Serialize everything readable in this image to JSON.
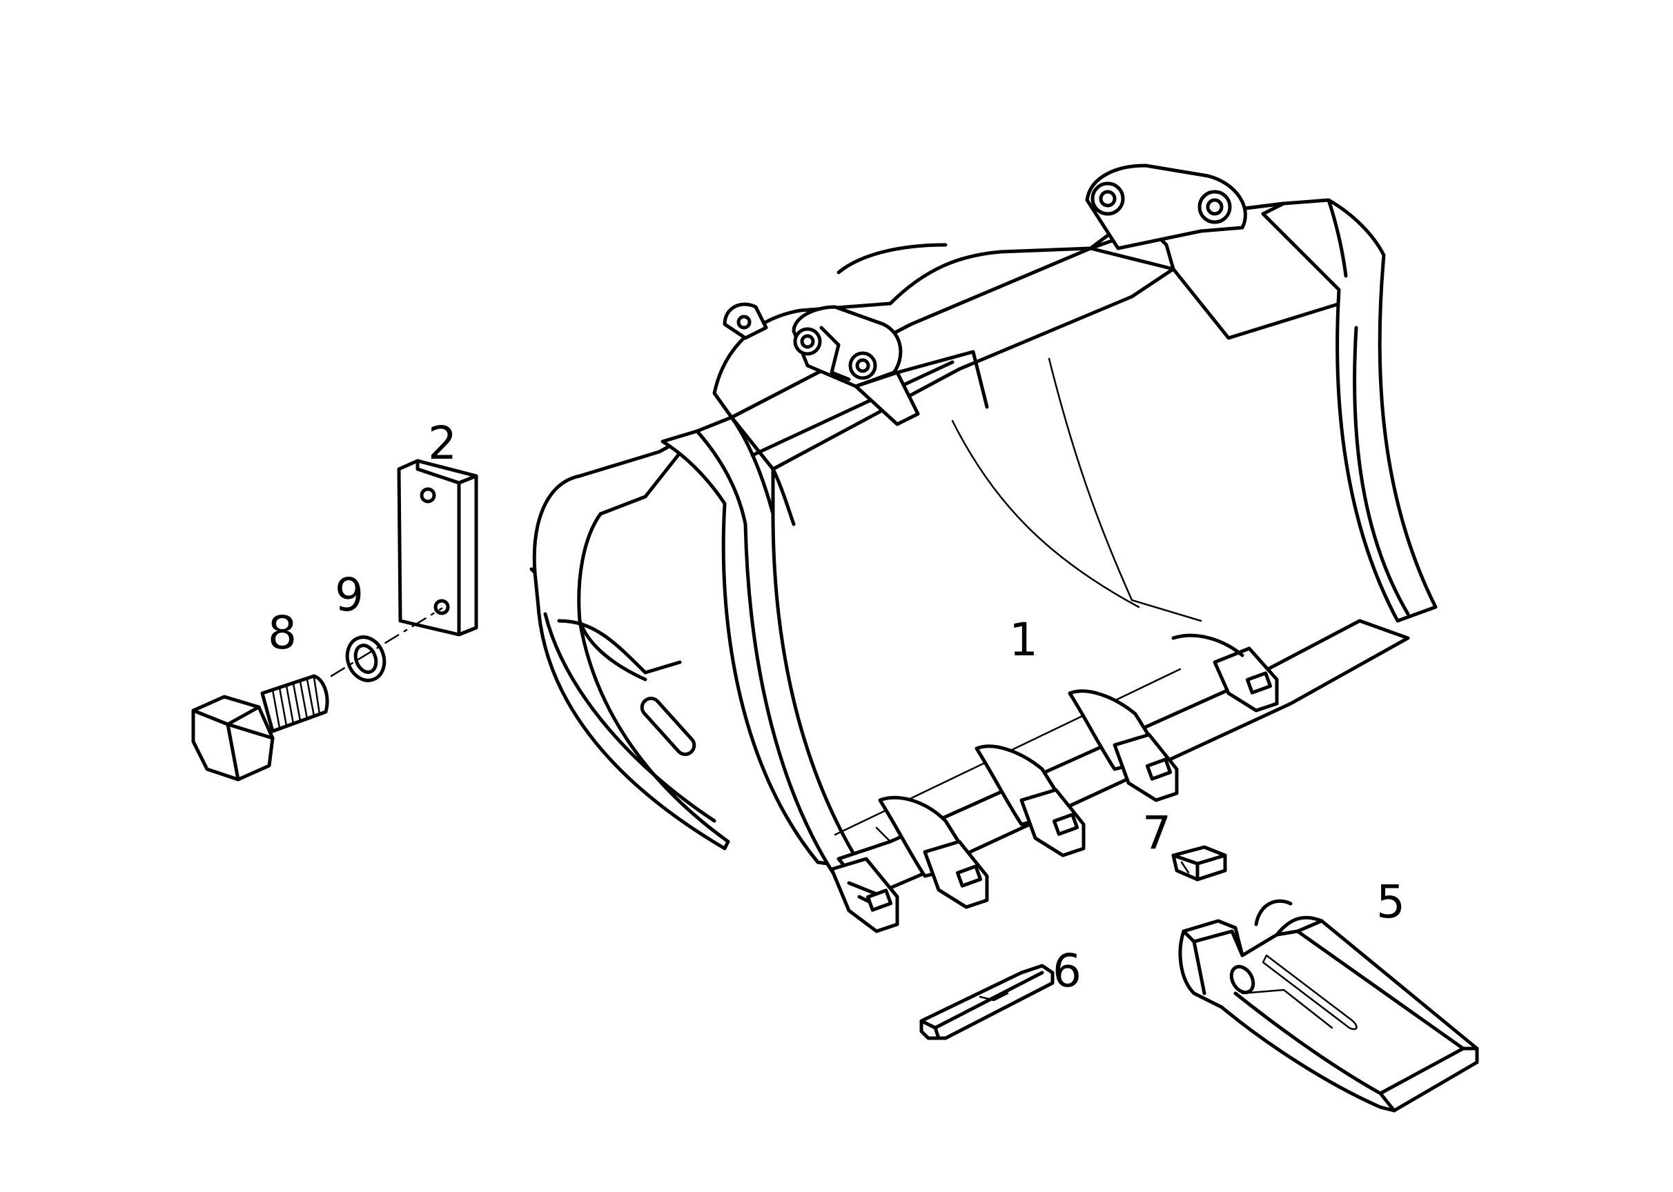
{
  "callouts": {
    "bucket": "1",
    "plate": "2",
    "tooth": "5",
    "side_plate": "6",
    "lock": "7",
    "bolt": "8",
    "washer": "9"
  }
}
